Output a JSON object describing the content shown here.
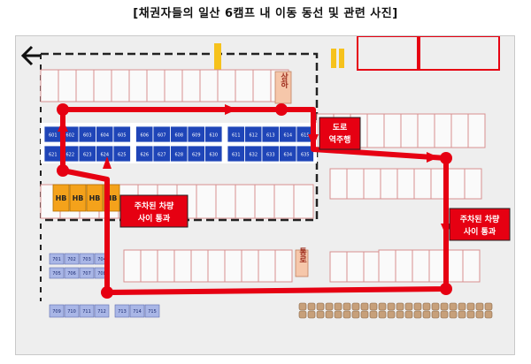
{
  "title": "[채권자들의 일산 6캠프 내 이동 동선 및 관련 사진]",
  "labels": {
    "sangha": "상하",
    "tongro": "통로",
    "hb": "HB",
    "road_wrong_way_line1": "도로",
    "road_wrong_way_line2": "역주행",
    "pass_between_cars_line1": "주차된 차량",
    "pass_between_cars_line2": "사이 통과"
  },
  "slots": {
    "row1": [
      "601",
      "602",
      "603",
      "604",
      "605",
      "606",
      "607",
      "608",
      "609",
      "610",
      "611",
      "612",
      "613",
      "614",
      "615"
    ],
    "row2": [
      "621",
      "622",
      "623",
      "624",
      "625",
      "626",
      "627",
      "628",
      "629",
      "630",
      "631",
      "632",
      "633",
      "634",
      "635"
    ],
    "lower_row1": [
      "701",
      "702",
      "703",
      "704"
    ],
    "lower_row2": [
      "705",
      "706",
      "707",
      "708"
    ],
    "lower_row3a": [
      "709",
      "710",
      "711",
      "712"
    ],
    "lower_row3b": [
      "713",
      "714",
      "715"
    ]
  },
  "colors": {
    "route": "#e60012",
    "slot_blue": "#1f45b8",
    "slot_light": "#a9b6e6",
    "hb_orange": "#f4a21b",
    "callout_red": "#e60012",
    "dashed": "#222222"
  }
}
